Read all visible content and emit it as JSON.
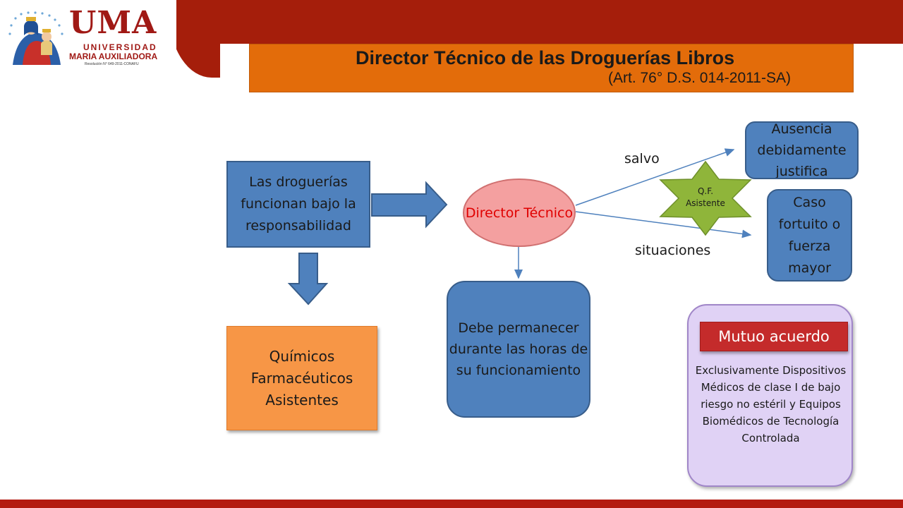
{
  "logo": {
    "title": "UMA",
    "line1": "UNIVERSIDAD",
    "line2": "MARIA AUXILIADORA",
    "line3": "Resolución N° 649-2011-CONAFU"
  },
  "slide": {
    "title": "Director Técnico de las Droguerías Libros",
    "subtitle": "(Art. 76° D.S. 014-2011-SA)"
  },
  "nodes": {
    "responsabilidad": "Las droguerías funcionan bajo la responsabilidad",
    "quimicos": "Químicos Farmacéuticos Asistentes",
    "director": "Director Técnico",
    "debe": "Debe permanecer durante las horas de su funcionamiento",
    "ausencia": "Ausencia debidamente justifica",
    "caso": "Caso fortuito o fuerza mayor",
    "qf_star": "Q.F. Asistente"
  },
  "edges": {
    "salvo": "salvo",
    "situaciones": "situaciones"
  },
  "mutuo": {
    "header": "Mutuo acuerdo",
    "body": "Exclusivamente Dispositivos Médicos de clase I de bajo riesgo no estéril y Equipos Biomédicos de Tecnología Controlada"
  },
  "colors": {
    "brand_red": "#a51e0b",
    "title_orange": "#e36c0a",
    "box_blue": "#4f81bd",
    "box_orange": "#f79646",
    "ellipse_pink": "#f4a0a0",
    "star_green": "#8fb53a",
    "mutuo_lavender": "#e0d2f5",
    "mutuo_header_red": "#c42b2b"
  }
}
